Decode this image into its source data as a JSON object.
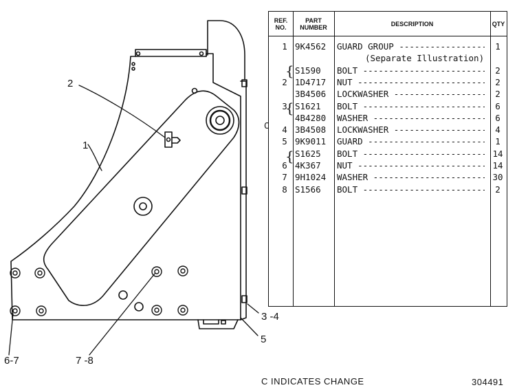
{
  "table": {
    "headers": {
      "ref": "REF. NO.",
      "part": "PART NUMBER",
      "desc": "DESCRIPTION",
      "qty": "QTY"
    },
    "rows": [
      {
        "ref": "1",
        "part": "9K4562",
        "desc": "GUARD GROUP",
        "qty": "1"
      },
      {
        "ref": "",
        "part": "",
        "desc": "(Separate Illustration)",
        "qty": ""
      },
      {
        "ref": "",
        "part": "S1590",
        "desc": "BOLT",
        "qty": "2"
      },
      {
        "ref": "2",
        "part": "1D4717",
        "desc": "NUT",
        "qty": "2"
      },
      {
        "ref": "",
        "part": "3B4506",
        "desc": "LOCKWASHER",
        "qty": "2"
      },
      {
        "ref": "3",
        "part": "S1621",
        "desc": "BOLT",
        "qty": "6"
      },
      {
        "ref": "",
        "part": "4B4280",
        "desc": "WASHER",
        "qty": "6"
      },
      {
        "ref": "4",
        "part": "3B4508",
        "desc": "LOCKWASHER",
        "qty": "4"
      },
      {
        "ref": "5",
        "part": "9K9011",
        "desc": "GUARD",
        "qty": "1"
      },
      {
        "ref": "",
        "part": "S1625",
        "desc": "BOLT",
        "qty": "14"
      },
      {
        "ref": "6",
        "part": "4K367",
        "desc": "NUT",
        "qty": "14"
      },
      {
        "ref": "7",
        "part": "9H1024",
        "desc": "WASHER",
        "qty": "30"
      },
      {
        "ref": "8",
        "part": "S1566",
        "desc": "BOLT",
        "qty": "2"
      }
    ],
    "change_marker": "C"
  },
  "callouts": {
    "c1": "1",
    "c2": "2",
    "c34": "3 -4",
    "c5": "5",
    "c67": "6-7",
    "c78": "7 -8"
  },
  "footer": {
    "note": "C INDICATES CHANGE",
    "illustration_number": "304491"
  }
}
